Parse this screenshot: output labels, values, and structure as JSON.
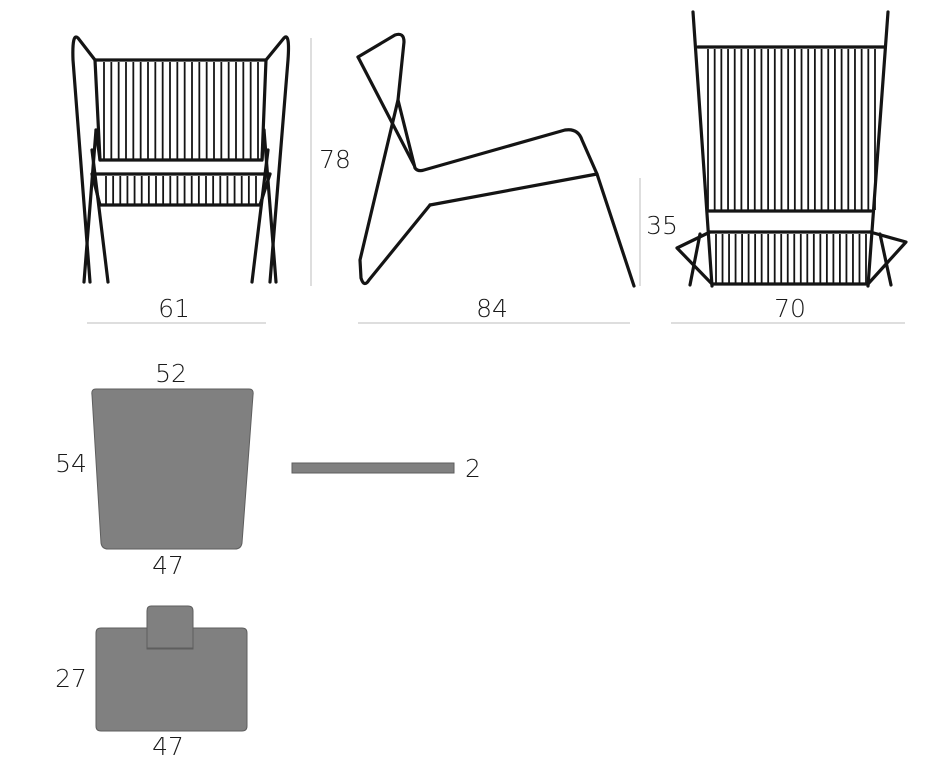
{
  "colors": {
    "frame": "#141414",
    "cushion": "#808080",
    "rule": "#bdbdbd",
    "background": "#ffffff"
  },
  "views": {
    "front": {
      "width_label": "61"
    },
    "side": {
      "height_label": "78",
      "depth_label": "84"
    },
    "back": {
      "seat_height_label": "35",
      "width_label": "70"
    }
  },
  "cushions": {
    "seat": {
      "top_label": "52",
      "side_label": "54",
      "bottom_label": "47",
      "thickness_label": "2"
    },
    "back": {
      "side_label": "27",
      "bottom_label": "47"
    }
  }
}
